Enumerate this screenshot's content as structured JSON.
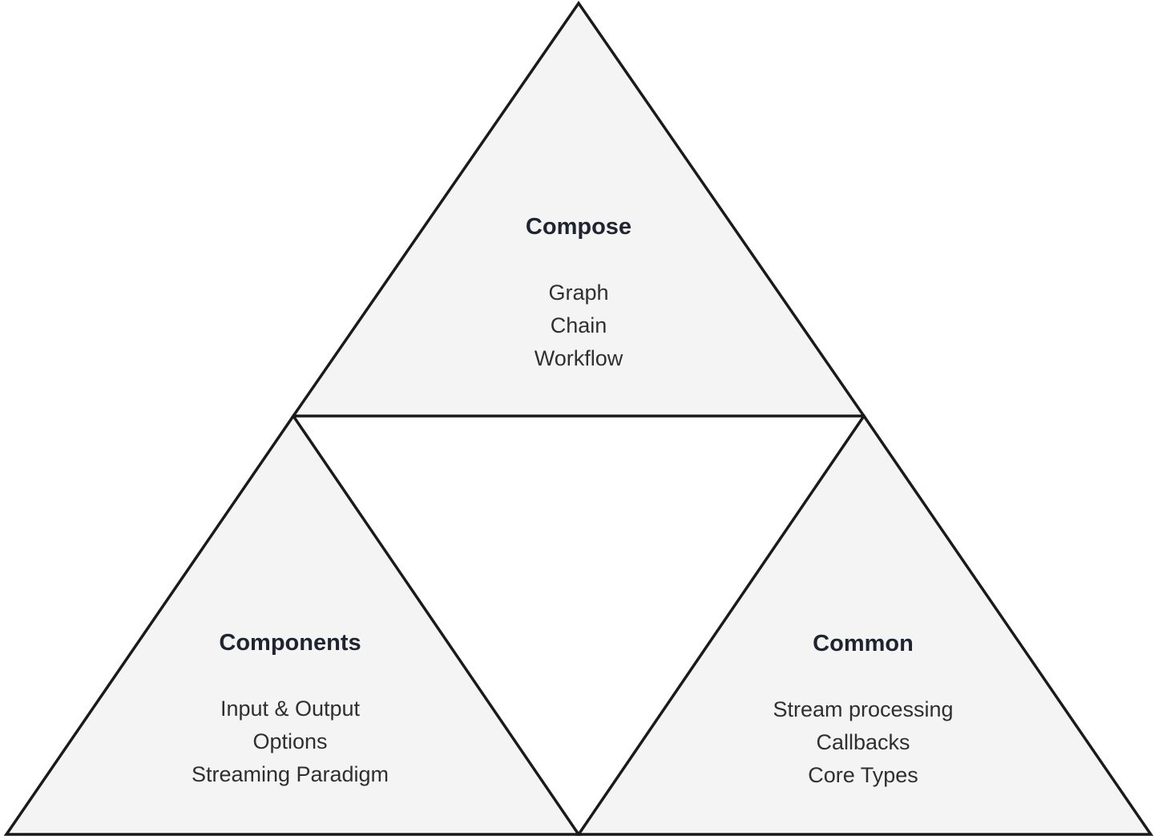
{
  "diagram": {
    "sections": [
      {
        "title": "Compose",
        "items": [
          "Graph",
          "Chain",
          "Workflow"
        ]
      },
      {
        "title": "Components",
        "items": [
          "Input & Output",
          "Options",
          "Streaming Paradigm"
        ]
      },
      {
        "title": "Common",
        "items": [
          "Stream processing",
          "Callbacks",
          "Core Types"
        ]
      }
    ],
    "colors": {
      "triangle_fill": "#f4f4f4",
      "triangle_stroke": "#1a1a1a",
      "title_text": "#1f2430",
      "body_text": "#2f2f2f"
    }
  }
}
